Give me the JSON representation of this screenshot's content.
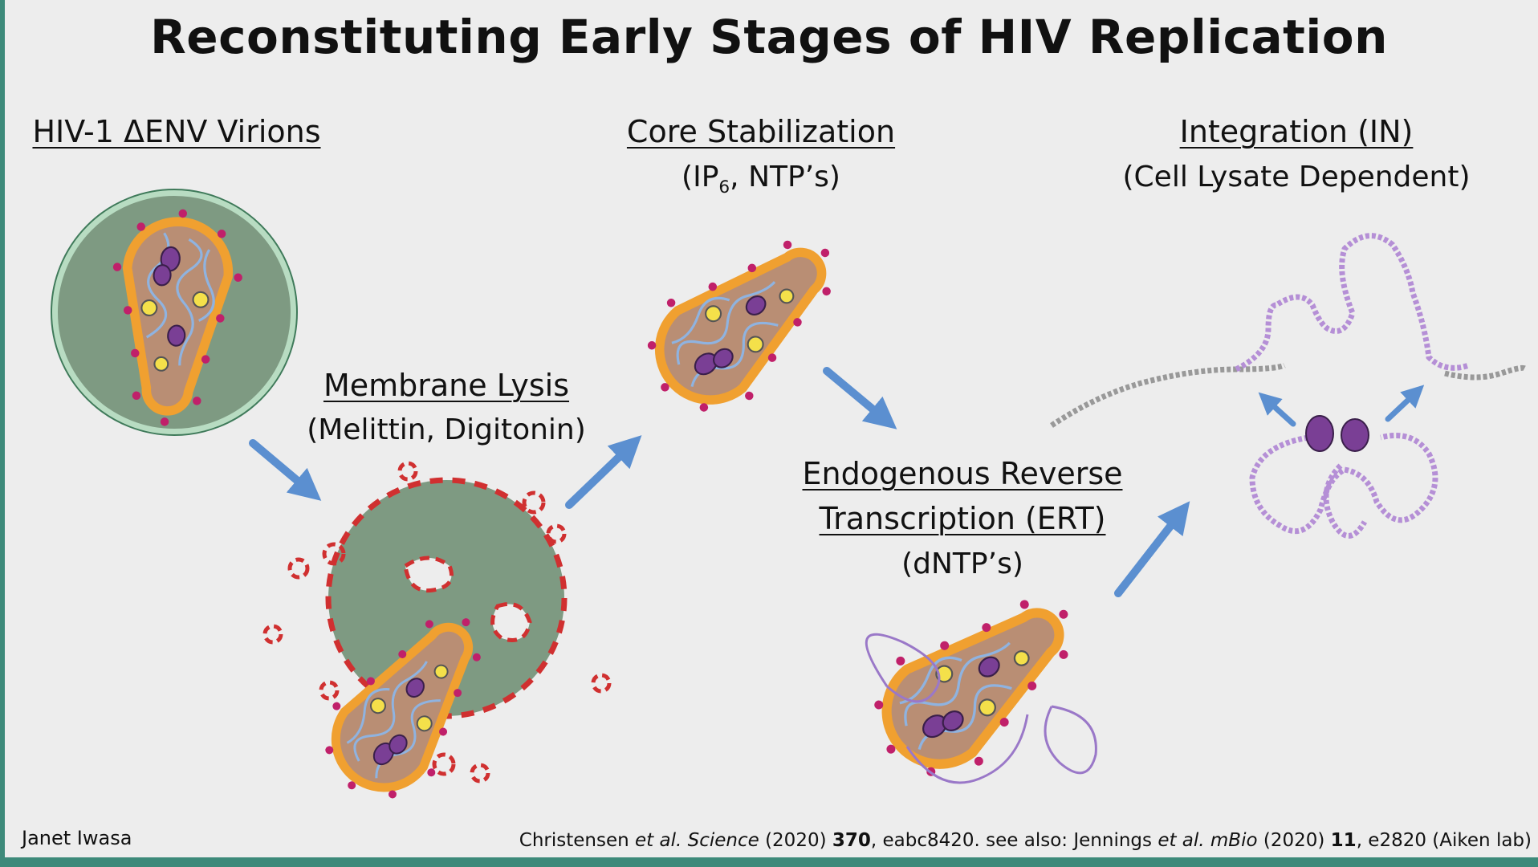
{
  "title": "Reconstituting Early Stages of HIV Replication",
  "stages": {
    "virions": {
      "heading": "HIV-1 ΔENV Virions"
    },
    "lysis": {
      "heading": "Membrane Lysis",
      "sub": "(Melittin, Digitonin)"
    },
    "core": {
      "heading": "Core Stabilization",
      "sub_prefix": "(IP",
      "sub_subscript": "6",
      "sub_suffix": ", NTP’s)"
    },
    "ert": {
      "heading_line1": "Endogenous Reverse",
      "heading_line2": "Transcription (ERT)",
      "sub": "(dNTP’s)"
    },
    "integration": {
      "heading": "Integration (IN)",
      "sub": "(Cell Lysate Dependent)"
    }
  },
  "footer": {
    "author": "Janet Iwasa",
    "citation": {
      "a1": "Christensen ",
      "etal1": "et al.",
      "j1": " Science",
      "y1": " (2020) ",
      "v1": "370",
      "p1": ", eabc8420. see also: Jennings ",
      "etal2": "et al.",
      "j2": " mBio",
      "y2": " (2020) ",
      "v2": "11",
      "p2": ", e2820 (Aiken lab)"
    }
  },
  "colors": {
    "border": "#3d8a7a",
    "background": "#ededed",
    "arrow": "#5b8fd0",
    "capsid": "#f0a030",
    "membrane": "#d03030",
    "dna": "#b58fd6"
  }
}
